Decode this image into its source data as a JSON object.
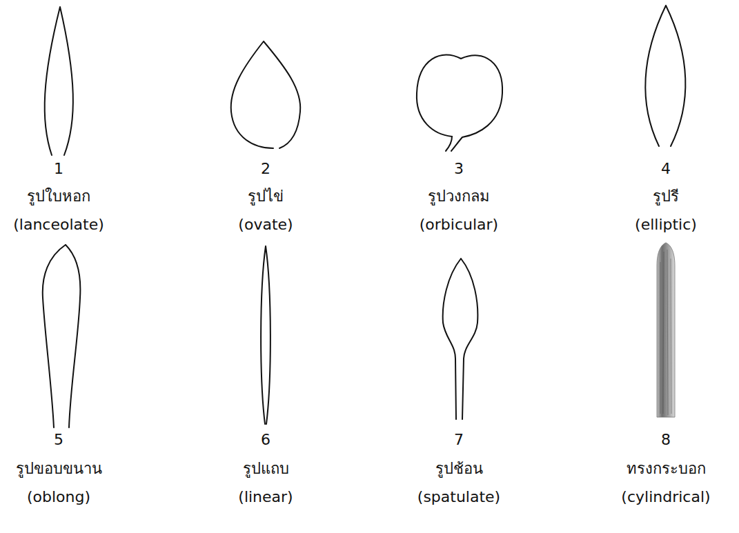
{
  "diagram": {
    "labels": [
      "1",
      "รูปใบหอก",
      "(lanceolate)",
      "2",
      "รูปไข่",
      "(ovate)",
      "3",
      "รูปวงกลม",
      "(orbicular)",
      "4",
      "รูปรี",
      "(elliptic)",
      "5",
      "รูปขอบขนาน",
      "(oblong)",
      "6",
      "รูปแถบ",
      "(linear)",
      "7",
      "รูปช้อน",
      "(spatulate)",
      "8",
      "ทรงกระบอก",
      "(cylindrical)"
    ]
  }
}
